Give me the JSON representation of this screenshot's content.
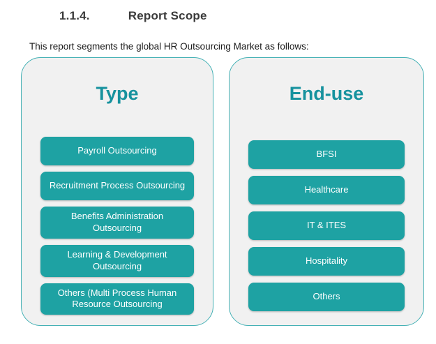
{
  "page": {
    "heading_number": "1.1.4.",
    "heading_title": "Report Scope",
    "intro": "This report segments the global HR Outsourcing Market as follows:"
  },
  "panels": [
    {
      "title": "Type",
      "items": [
        "Payroll Outsourcing",
        "Recruitment Process Outsourcing",
        "Benefits Administration Outsourcing",
        "Learning & Development Outsourcing",
        "Others (Multi Process Human Resource Outsourcing"
      ]
    },
    {
      "title": "End-use",
      "items": [
        "BFSI",
        "Healthcare",
        "IT & ITES",
        "Hospitality",
        "Others"
      ]
    }
  ],
  "colors": {
    "segment_box_teal": "#1ea2a3",
    "panel_title_teal": "#16929e",
    "panel_border_teal": "#45b1b5",
    "panel_background": "#f1f1f1",
    "heading_text": "#3b3b3b",
    "body_text": "#1a1a1a",
    "segment_text": "#ffffff",
    "page_background": "#ffffff"
  }
}
